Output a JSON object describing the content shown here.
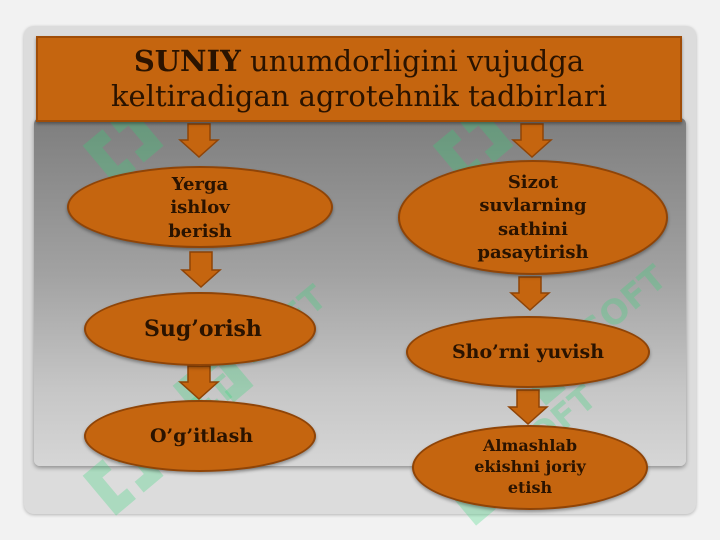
{
  "title": {
    "bold": "SUNIY",
    "rest": " unumdorligini vujudga keltiradigan agrotehnik tadbirlari"
  },
  "left_column": [
    {
      "label": "Yerga ishlov berish"
    },
    {
      "label": "Sug’orish"
    },
    {
      "label": "O’g’itlash"
    }
  ],
  "right_column": [
    {
      "label": "Sizot suvlarning sathini pasaytirish"
    },
    {
      "label": "Sho’rni yuvish"
    },
    {
      "label": "Almashlab ekishni joriy etish"
    }
  ],
  "watermark": "SOFT",
  "colors": {
    "box_fill": "#c5650f",
    "box_border": "#8f4407",
    "watermark": "#2fd877"
  }
}
